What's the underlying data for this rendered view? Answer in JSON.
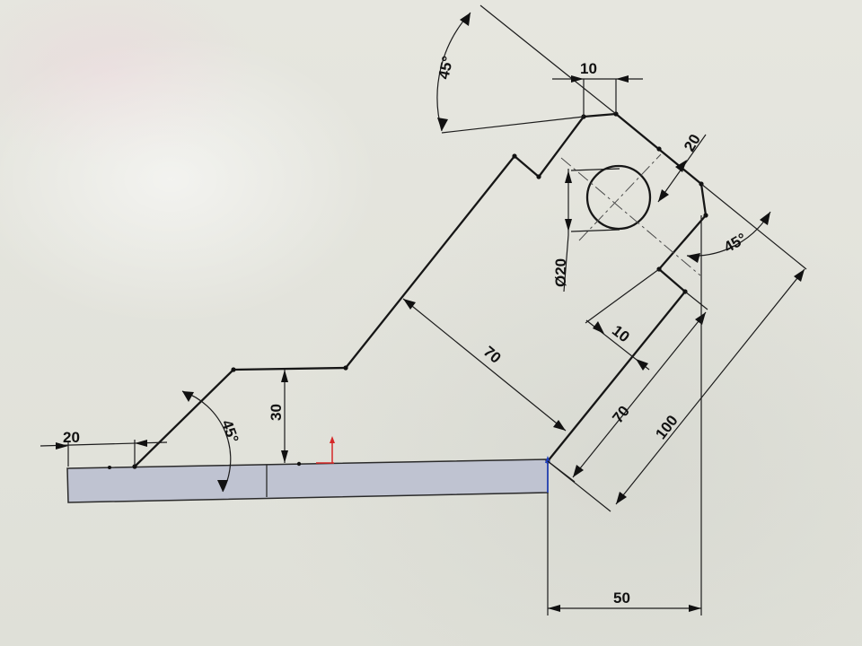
{
  "dimensions": {
    "d20_left": "20",
    "d45_left": "45°",
    "d30": "30",
    "d70_perp": "70",
    "d45_top": "45°",
    "d10_top": "10",
    "d20_right": "20",
    "dia20": "Ø20",
    "d45_right": "45°",
    "d10_right": "10",
    "d70_right": "70",
    "d100": "100",
    "d50": "50"
  },
  "colors": {
    "part_fill": "#bfc3d1",
    "origin_x_axis": "#d62828",
    "origin_y_axis": "#1f3fbf"
  }
}
